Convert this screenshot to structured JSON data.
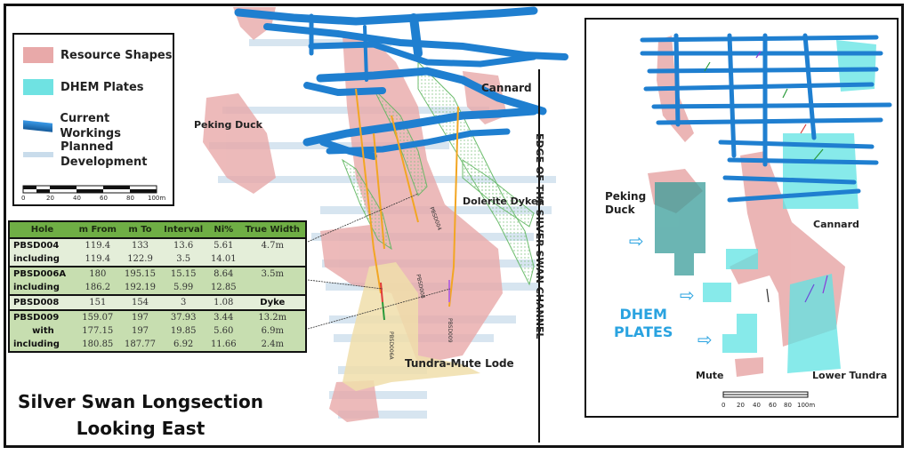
{
  "legend": {
    "items": [
      {
        "label": "Resource Shapes",
        "color": "#e8a9a9"
      },
      {
        "label": "DHEM Plates",
        "color": "#6fe2e2"
      },
      {
        "label": "Current Workings",
        "color": "#1f7fd0"
      },
      {
        "label": "Planned Development",
        "color": "#c9dceb"
      }
    ],
    "scale_ticks": [
      "0",
      "20",
      "40",
      "60",
      "80",
      "100m"
    ]
  },
  "drill_table": {
    "headers": [
      "Hole",
      "m From",
      "m To",
      "Interval",
      "Ni%",
      "True Width"
    ],
    "groups": [
      {
        "rows": [
          [
            "PBSD004",
            "119.4",
            "133",
            "13.6",
            "5.61",
            "4.7m"
          ],
          [
            "including",
            "119.4",
            "122.9",
            "3.5",
            "14.01",
            ""
          ]
        ]
      },
      {
        "rows": [
          [
            "PBSD006A",
            "180",
            "195.15",
            "15.15",
            "8.64",
            "3.5m"
          ],
          [
            "including",
            "186.2",
            "192.19",
            "5.99",
            "12.85",
            ""
          ]
        ]
      },
      {
        "rows": [
          [
            "PBSD008",
            "151",
            "154",
            "3",
            "1.08",
            "Dyke"
          ]
        ]
      },
      {
        "rows": [
          [
            "PBSD009",
            "159.07",
            "197",
            "37.93",
            "3.44",
            "13.2m"
          ],
          [
            "with",
            "177.15",
            "197",
            "19.85",
            "5.60",
            "6.9m"
          ],
          [
            "including",
            "180.85",
            "187.77",
            "6.92",
            "11.66",
            "2.4m"
          ]
        ]
      }
    ]
  },
  "title": {
    "line1": "Silver Swan Longsection",
    "line2": "Looking East"
  },
  "main_labels": {
    "peking_duck": "Peking Duck",
    "cannard": "Cannard",
    "dolerite_dykes": "Dolerite Dykes",
    "tundra_mute_lode": "Tundra-Mute Lode",
    "channel_edge": "EDGE OF THE SILVER SWAN CHANNEL"
  },
  "hole_labels": [
    "PBSD004",
    "PBSD008",
    "PBSD006A",
    "PBSD009"
  ],
  "inset": {
    "labels": {
      "peking_duck": "Peking Duck",
      "cannard": "Cannard",
      "mute": "Mute",
      "lower_tundra": "Lower Tundra",
      "dhem_plates_line1": "DHEM",
      "dhem_plates_line2": "PLATES"
    },
    "scale_ticks": [
      "0",
      "20",
      "40",
      "60",
      "80",
      "100m"
    ],
    "accent": "#2aa3e0"
  }
}
